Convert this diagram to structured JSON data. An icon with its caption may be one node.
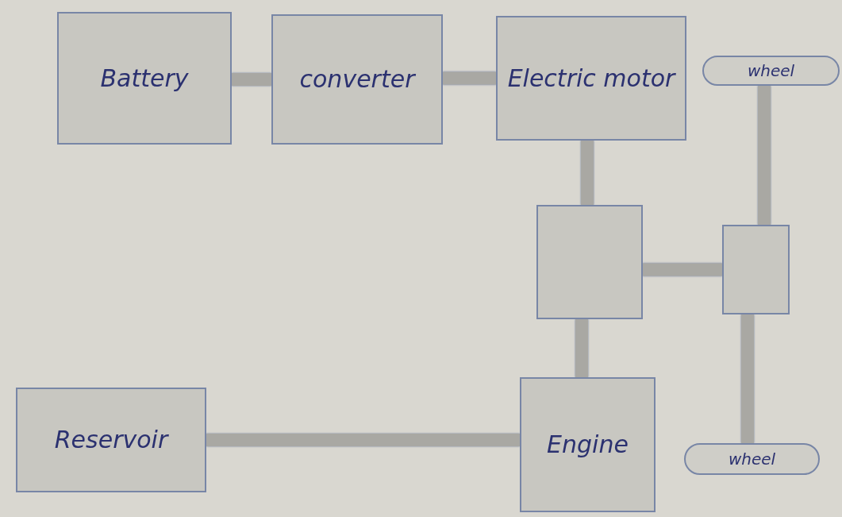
{
  "diagram": {
    "nodes": [
      {
        "text": [
          "Battery"
        ]
      },
      {
        "text": [
          "converter"
        ]
      },
      {
        "text": [
          "Electric motor"
        ]
      },
      {
        "text": [
          "wheel"
        ]
      },
      {
        "text": [],
        "shape": "box"
      },
      {
        "text": [],
        "shape": "box"
      },
      {
        "text": [
          "Reservoir"
        ]
      },
      {
        "text": [
          "Engine"
        ]
      },
      {
        "text": [
          "wheel"
        ]
      }
    ],
    "edges": [
      {
        "from": 0,
        "to": 1,
        "arrow": "none"
      },
      {
        "from": 1,
        "to": 2,
        "arrow": "none"
      },
      {
        "from": 2,
        "to": 4,
        "arrow": "none"
      },
      {
        "from": 4,
        "to": 5,
        "arrow": "none"
      },
      {
        "from": 3,
        "to": 5,
        "arrow": "none"
      },
      {
        "from": 5,
        "to": 8,
        "arrow": "none"
      },
      {
        "from": 4,
        "to": 7,
        "arrow": "none"
      },
      {
        "from": 6,
        "to": 7,
        "arrow": "none"
      }
    ]
  }
}
